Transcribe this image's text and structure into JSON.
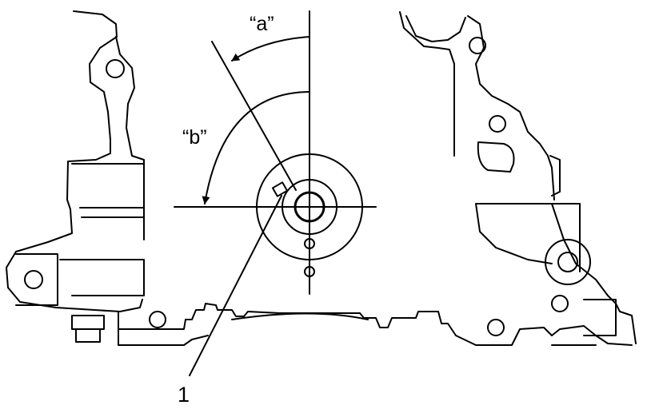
{
  "diagram": {
    "labels": {
      "angle_a": "“a”",
      "angle_b": "“b”",
      "part_callout": "1"
    },
    "colors": {
      "stroke": "#000000",
      "background": "#ffffff"
    }
  }
}
